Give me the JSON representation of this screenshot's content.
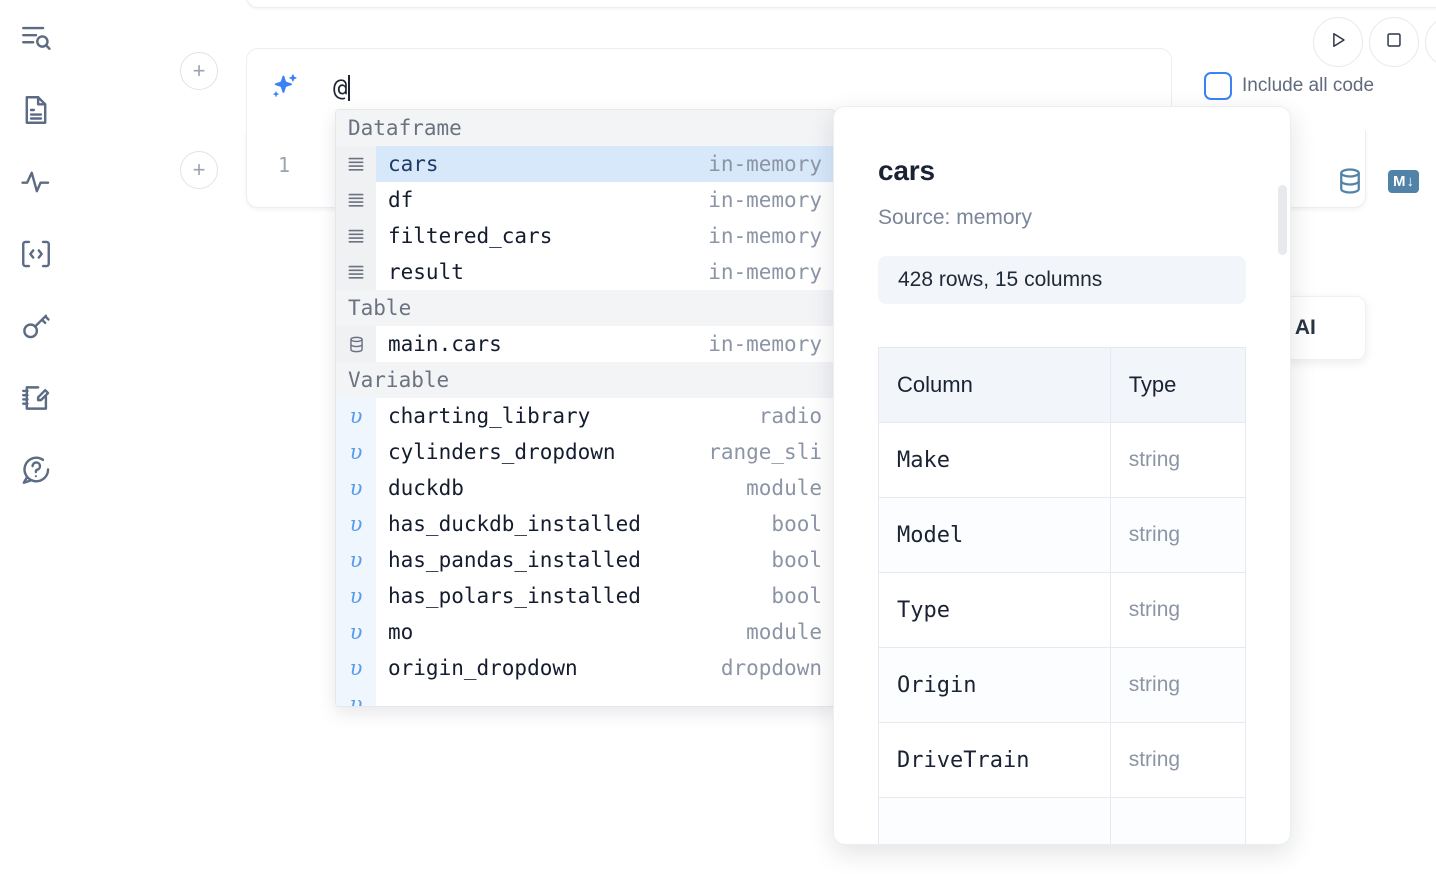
{
  "sidebar": {
    "items": [
      {
        "icon": "search-lines-icon",
        "name": "sidebar-item-explore"
      },
      {
        "icon": "document-icon",
        "name": "sidebar-item-notebook"
      },
      {
        "icon": "activity-pulse-icon",
        "name": "sidebar-item-activity"
      },
      {
        "icon": "code-brackets-icon",
        "name": "sidebar-item-snippets"
      },
      {
        "icon": "key-icon",
        "name": "sidebar-item-secrets"
      },
      {
        "icon": "notepad-pencil-icon",
        "name": "sidebar-item-scratchpad"
      },
      {
        "icon": "question-chat-icon",
        "name": "sidebar-item-help"
      }
    ]
  },
  "toolbar": {
    "run_icon": "play-icon",
    "stop_icon": "stop-square-icon",
    "include_all_code_label": "Include all code",
    "include_all_code_checked": false,
    "accent_color": "#3b82f6"
  },
  "ai_prompt": {
    "icon": "sparkles-icon",
    "value": "@",
    "caret": true
  },
  "code_cell": {
    "line_number": "1",
    "db_icon": "database-icon",
    "markdown_badge": "M",
    "markdown_arrow": "↓"
  },
  "ai_chip": {
    "label": "h AI"
  },
  "autocomplete": {
    "sections": [
      {
        "label": "Dataframe",
        "items": [
          {
            "icon": "dataframe-icon",
            "name": "cars",
            "kind": "in-memory",
            "selected": true
          },
          {
            "icon": "dataframe-icon",
            "name": "df",
            "kind": "in-memory",
            "selected": false
          },
          {
            "icon": "dataframe-icon",
            "name": "filtered_cars",
            "kind": "in-memory",
            "selected": false
          },
          {
            "icon": "dataframe-icon",
            "name": "result",
            "kind": "in-memory",
            "selected": false
          }
        ]
      },
      {
        "label": "Table",
        "items": [
          {
            "icon": "table-db-icon",
            "name": "main.cars",
            "kind": "in-memory",
            "selected": false
          }
        ]
      },
      {
        "label": "Variable",
        "items": [
          {
            "icon": "variable-icon",
            "name": "charting_library",
            "kind": "radio",
            "selected": false
          },
          {
            "icon": "variable-icon",
            "name": "cylinders_dropdown",
            "kind": "range_sli",
            "selected": false
          },
          {
            "icon": "variable-icon",
            "name": "duckdb",
            "kind": "module",
            "selected": false
          },
          {
            "icon": "variable-icon",
            "name": "has_duckdb_installed",
            "kind": "bool",
            "selected": false
          },
          {
            "icon": "variable-icon",
            "name": "has_pandas_installed",
            "kind": "bool",
            "selected": false
          },
          {
            "icon": "variable-icon",
            "name": "has_polars_installed",
            "kind": "bool",
            "selected": false
          },
          {
            "icon": "variable-icon",
            "name": "mo",
            "kind": "module",
            "selected": false
          },
          {
            "icon": "variable-icon",
            "name": "origin_dropdown",
            "kind": "dropdown",
            "selected": false
          }
        ]
      }
    ]
  },
  "preview": {
    "title": "cars",
    "source": "Source: memory",
    "shape": "428 rows, 15 columns",
    "table": {
      "headers": [
        "Column",
        "Type"
      ],
      "rows": [
        {
          "column": "Make",
          "type": "string"
        },
        {
          "column": "Model",
          "type": "string"
        },
        {
          "column": "Type",
          "type": "string"
        },
        {
          "column": "Origin",
          "type": "string"
        },
        {
          "column": "DriveTrain",
          "type": "string"
        }
      ]
    }
  }
}
